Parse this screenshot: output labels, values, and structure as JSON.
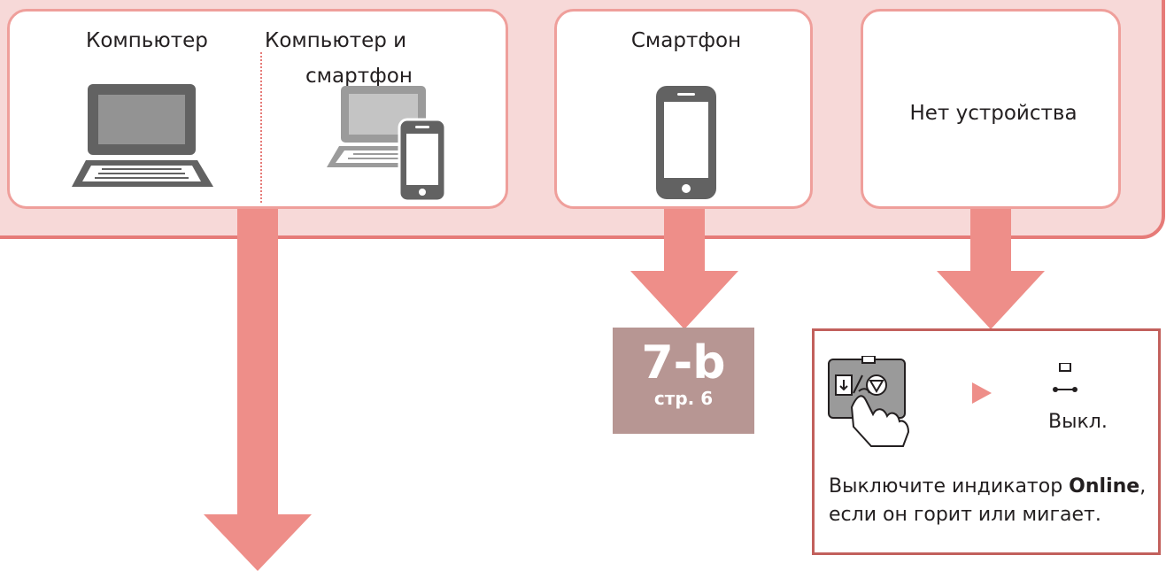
{
  "options": {
    "computer": "Компьютер",
    "computer_and_smartphone_line1": "Компьютер и",
    "computer_and_smartphone_line2": "смартфон",
    "smartphone": "Смартфон",
    "no_device": "Нет устройства"
  },
  "badge": {
    "code": "7-b",
    "page": "стр. 6"
  },
  "instruction": {
    "state_label": "Выкл.",
    "text_before": "Выключите индикатор ",
    "text_bold": "Online",
    "text_after": ", если он горит или мигает."
  },
  "icons": {
    "computer": "laptop-icon",
    "computer_and_smartphone": "laptop-phone-icon",
    "smartphone": "smartphone-icon",
    "button_press": "button-press-icon",
    "play": "play-arrow-icon",
    "off_indicator": "led-off-icon"
  },
  "colors": {
    "band_fill": "#f7d9d8",
    "band_border": "#e67b78",
    "card_border": "#ef9f9b",
    "arrow": "#ee8e89",
    "badge": "#b79693",
    "info_border": "#c2605c"
  }
}
